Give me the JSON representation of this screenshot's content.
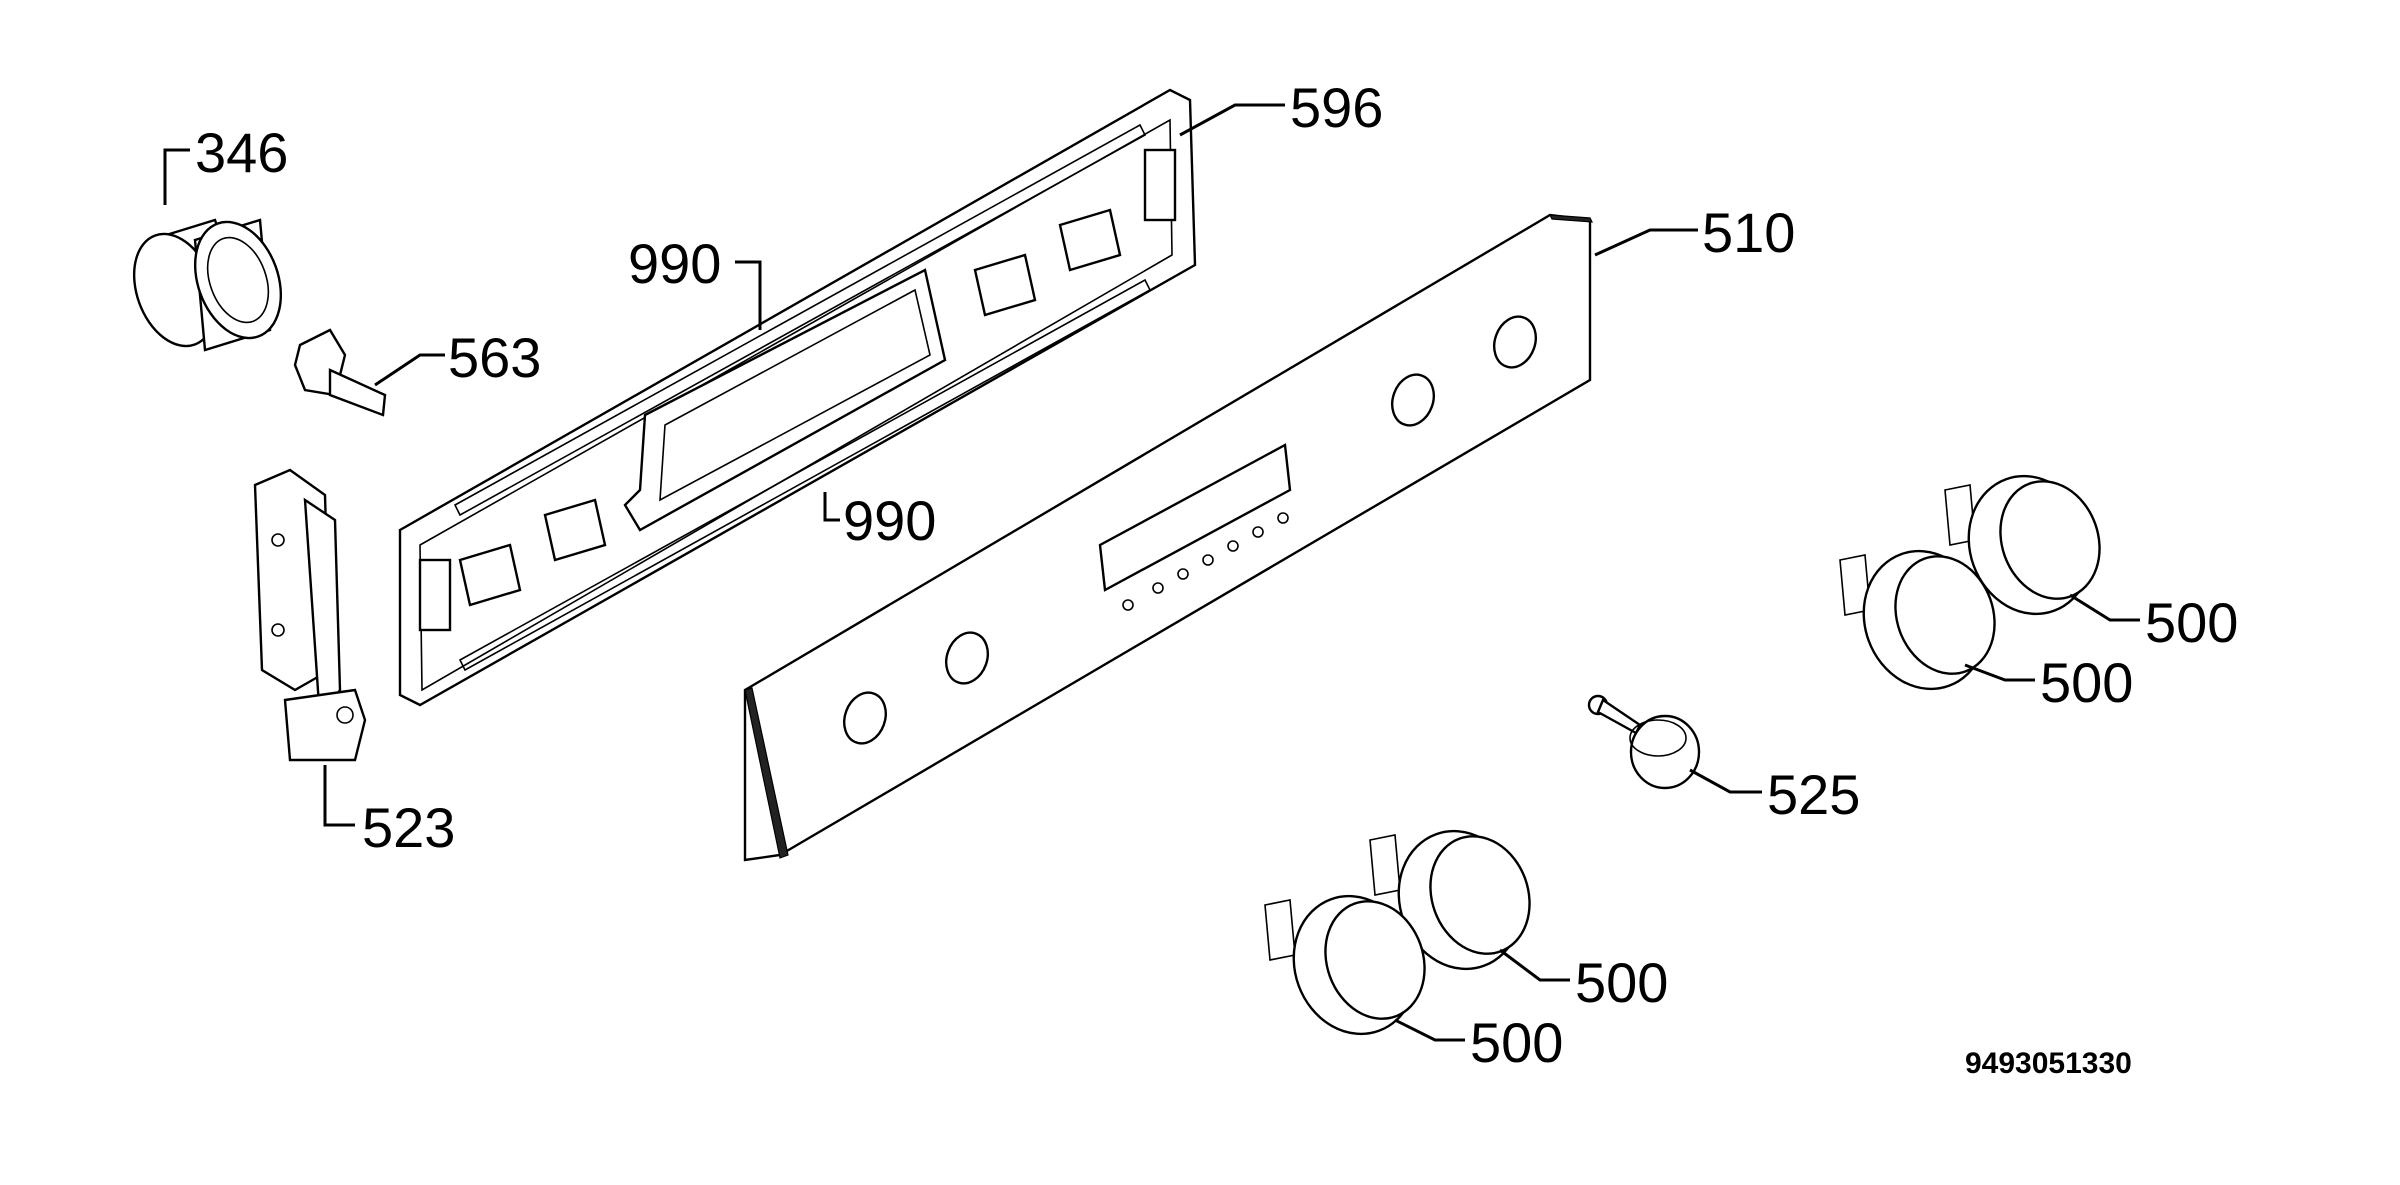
{
  "diagram": {
    "labels": {
      "p346": "346",
      "p596": "596",
      "p990a": "990",
      "p990b": "990",
      "p563": "563",
      "p510": "510",
      "p523": "523",
      "p500a": "500",
      "p500b": "500",
      "p500c": "500",
      "p500d": "500",
      "p525": "525"
    },
    "drawing_number": "9493051330"
  }
}
